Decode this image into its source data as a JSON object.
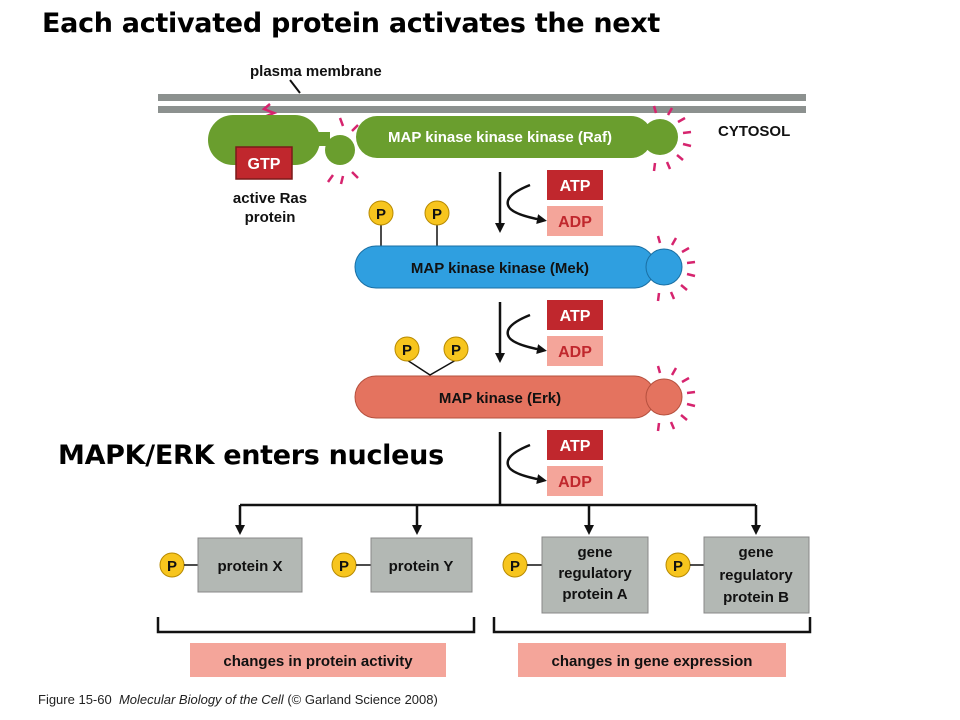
{
  "title": "Each activated protein activates the next",
  "subtitle": "MAPK/ERK enters nucleus",
  "diagram": {
    "membrane_label": "plasma membrane",
    "cytosol_label": "CYTOSOL",
    "ras": {
      "nucleotide": "GTP",
      "label_line1": "active Ras",
      "label_line2": "protein"
    },
    "raf_label": "MAP kinase kinase kinase (Raf)",
    "mek_label": "MAP kinase kinase (Mek)",
    "erk_label": "MAP kinase (Erk)",
    "atp": "ATP",
    "adp": "ADP",
    "phosphate": "P",
    "targets": [
      {
        "line1": "protein X",
        "line2": "",
        "line3": ""
      },
      {
        "line1": "protein Y",
        "line2": "",
        "line3": ""
      },
      {
        "line1": "gene",
        "line2": "regulatory",
        "line3": "protein A"
      },
      {
        "line1": "gene",
        "line2": "regulatory",
        "line3": "protein B"
      }
    ],
    "outcome_protein": "changes in protein activity",
    "outcome_gene": "changes in gene expression"
  },
  "caption": {
    "figure": "Figure 15-60",
    "book": "Molecular Biology of the Cell",
    "credit": "(© Garland Science 2008)"
  },
  "colors": {
    "ras_green": "#6a9e2e",
    "mek_blue": "#2f9fe0",
    "erk_salmon": "#e4735f",
    "atp_red": "#c0272d",
    "adp_pink": "#f4a59a",
    "phosphate_yellow": "#f7c51e",
    "target_gray": "#b3b8b4",
    "outcome_pink": "#f4a59a",
    "activation_magenta": "#d6246e"
  }
}
